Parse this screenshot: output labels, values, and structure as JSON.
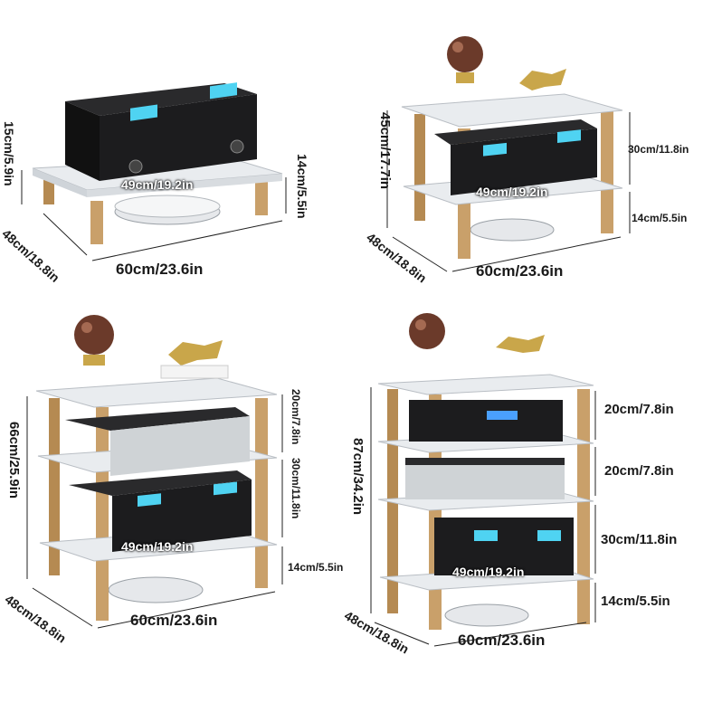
{
  "panels": [
    {
      "id": "one-tier",
      "labels": {
        "width": "60cm/23.6in",
        "depth": "48cm/18.8in",
        "total_height": "15cm/5.9in",
        "tier_1": "14cm/5.5in",
        "inner_width": "49cm/19.2in"
      }
    },
    {
      "id": "two-tier",
      "labels": {
        "width": "60cm/23.6in",
        "depth": "48cm/18.8in",
        "total_height": "45cm/17.7in",
        "tier_2": "30cm/11.8in",
        "tier_1": "14cm/5.5in",
        "inner_width": "49cm/19.2in"
      }
    },
    {
      "id": "three-tier",
      "labels": {
        "width": "60cm/23.6in",
        "depth": "48cm/18.8in",
        "total_height": "66cm/25.9in",
        "tier_3": "20cm/7.8in",
        "tier_2": "30cm/11.8in",
        "tier_1": "14cm/5.5in",
        "inner_width": "49cm/19.2in"
      }
    },
    {
      "id": "four-tier",
      "labels": {
        "width": "60cm/23.6in",
        "depth": "48cm/18.8in",
        "total_height": "87cm/34.2in",
        "tier_4": "20cm/7.8in",
        "tier_3": "20cm/7.8in",
        "tier_2": "30cm/11.8in",
        "tier_1": "14cm/5.5in",
        "inner_width": "49cm/19.2in"
      }
    }
  ],
  "colors": {
    "shelf": "#e9ecef",
    "shelf_edge": "#c9ced4",
    "leg": "#c9a06a",
    "leg_dark": "#a47c48",
    "amp_black": "#1c1c1e",
    "amp_silver": "#cfd3d6",
    "display_blue": "#4fd3f2",
    "ball": "#6b3a2a",
    "gold": "#c9a64a",
    "robot": "#eef0f2"
  }
}
